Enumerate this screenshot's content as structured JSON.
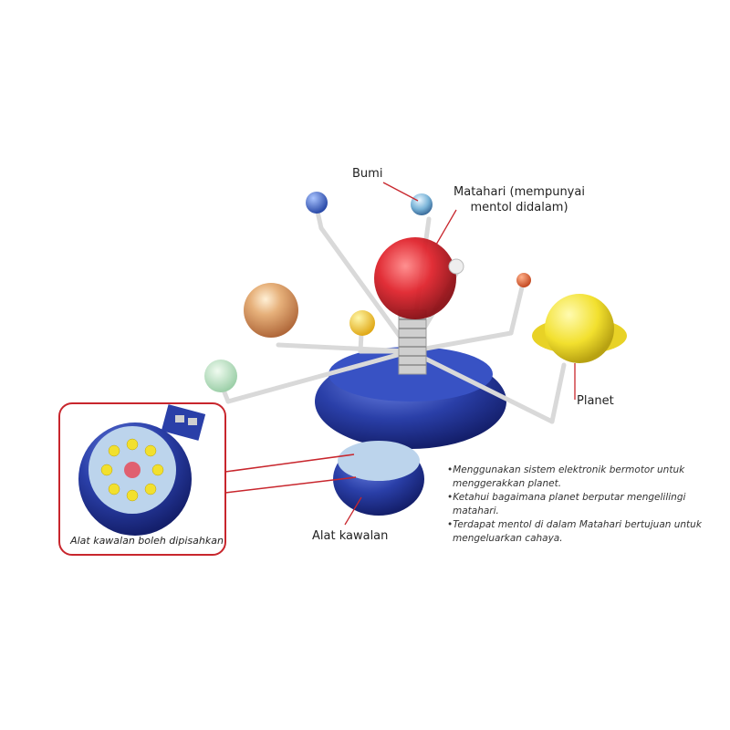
{
  "labels": {
    "bumi": "Bumi",
    "matahari_line1": "Matahari (mempunyai",
    "matahari_line2": "mentol didalam)",
    "planet": "Planet",
    "alat_kawalan": "Alat kawalan"
  },
  "inset": {
    "caption": "Alat kawalan boleh dipisahkan",
    "border_color": "#c8262d"
  },
  "features": [
    "Menggunakan sistem elektronik bermotor untuk menggerakkan planet.",
    "Ketahui bagaimana planet berputar mengelilingi matahari.",
    "Terdapat mentol di dalam Matahari bertujuan untuk mengeluarkan cahaya."
  ],
  "colors": {
    "base": "#2a3fa8",
    "sun": "#e0242d",
    "saturn": "#f2e02e",
    "leader_line": "#c8262d"
  }
}
